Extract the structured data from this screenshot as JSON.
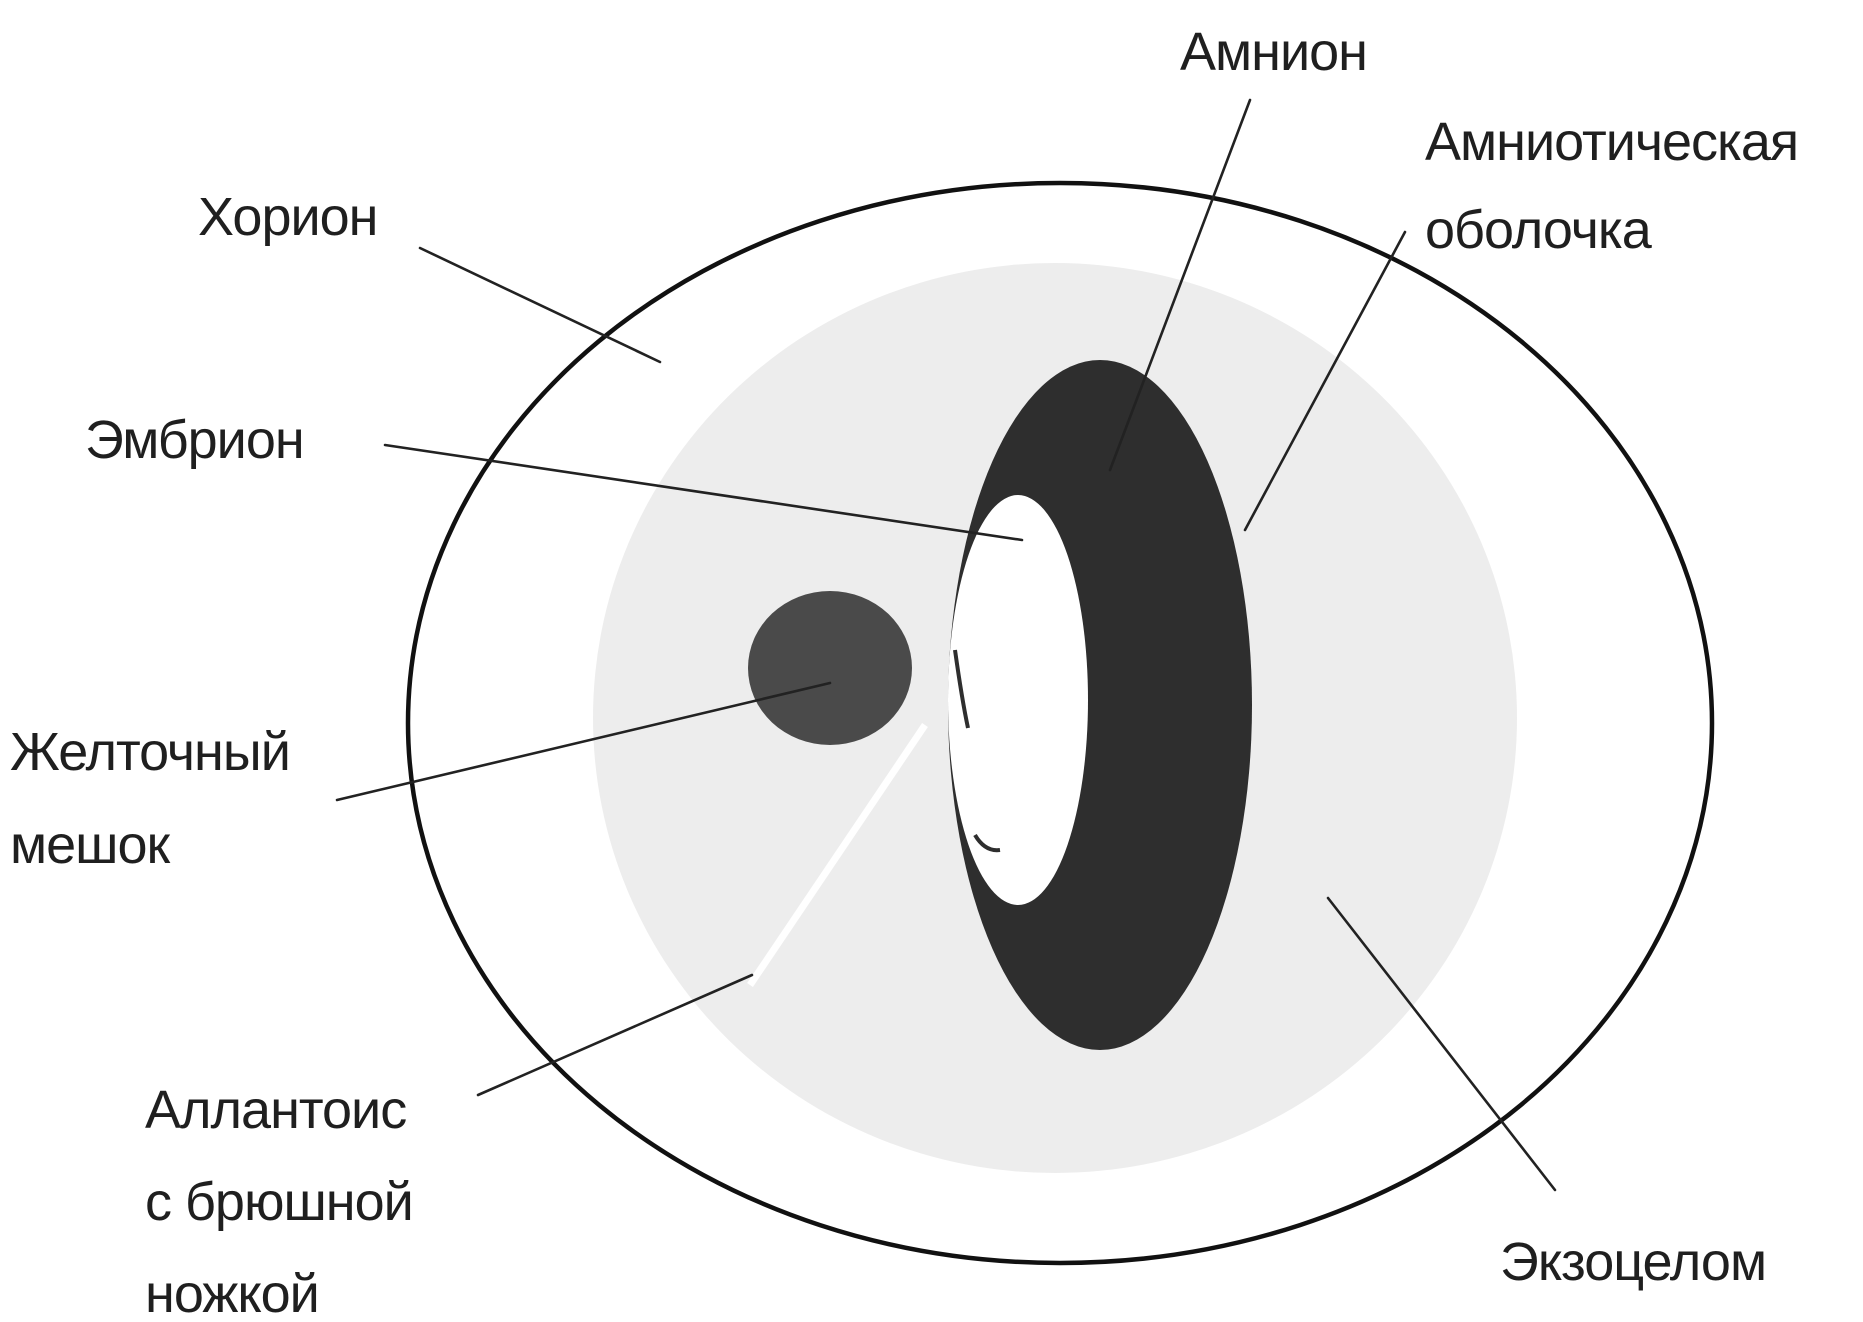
{
  "labels": {
    "amnion": "Амнион",
    "amniotic_membrane": [
      "Амниотическая",
      "оболочка"
    ],
    "chorion": "Хорион",
    "embryo": "Эмбрион",
    "yolk_sac": [
      "Желточный",
      "мешок"
    ],
    "allantois": [
      "Аллантоис",
      "с брюшной",
      "ножкой"
    ],
    "exocoelom": "Экзоцелом"
  },
  "colors": {
    "background": "#ffffff",
    "outline": "#111111",
    "inner_zone": "#ededed",
    "amnion_ring": "#2e2e2e",
    "yolk_sac": "#4a4a4a",
    "text": "#1f1f1f"
  }
}
